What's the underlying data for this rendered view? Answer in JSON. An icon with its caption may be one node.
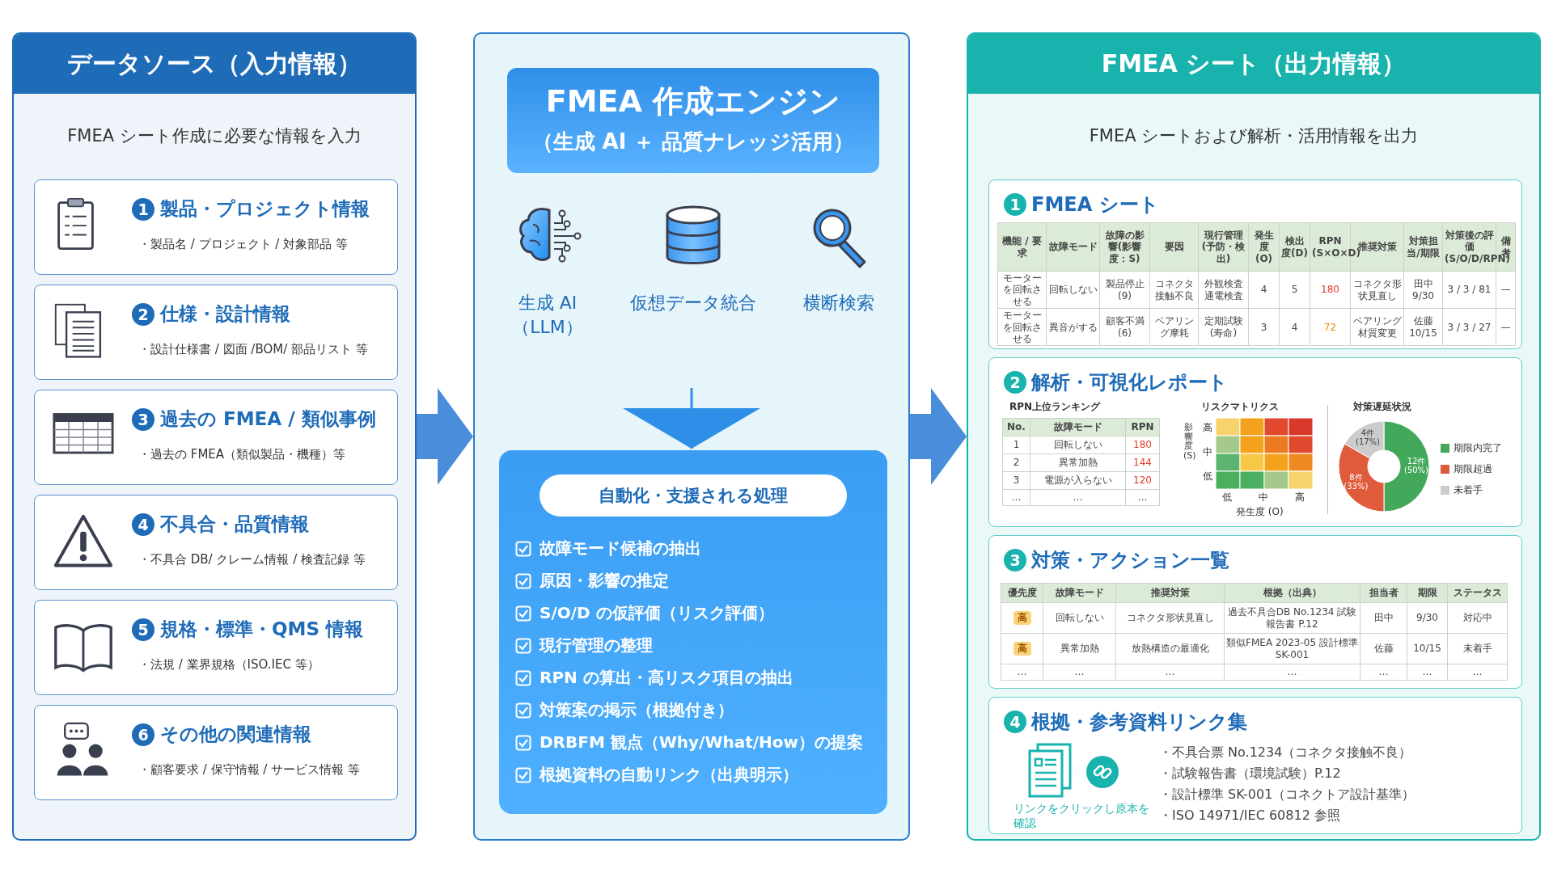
{
  "diagram": {
    "nodes": [
      {
        "text": [
          "データソース（入力情報）",
          "FMEA シート作成に必要な情報を入力"
        ]
      },
      {
        "text": [
          "1",
          "製品・プロジェクト情報",
          "・製品名 / プロジェクト / 対象部品 等"
        ],
        "in": 0
      },
      {
        "text": [
          "2",
          "仕様・設計情報",
          "・設計仕様書 / 図面 /BOM/ 部品リスト 等"
        ],
        "in": 0
      },
      {
        "text": [
          "3",
          "過去の FMEA / 類似事例",
          "・過去の FMEA（類似製品・機種）等"
        ],
        "in": 0
      },
      {
        "text": [
          "4",
          "不具合・品質情報",
          "・不具合 DB/ クレーム情報 / 検査記録 等"
        ],
        "in": 0
      },
      {
        "text": [
          "5",
          "規格・標準・QMS 情報",
          "・法規 / 業界規格（ISO.IEC 等）"
        ],
        "in": 0
      },
      {
        "text": [
          "6",
          "その他の関連情報",
          "・顧客要求 / 保守情報 / サービス情報 等"
        ],
        "in": 0
      },
      {
        "text": [],
        "shape": "box"
      },
      {
        "text": [
          "FMEA 作成エンジン",
          "（生成 AI ＋ 品質ナレッジ活用）"
        ],
        "in": 7
      },
      {
        "text": [
          "生成 AI （LLM）"
        ],
        "in": 7
      },
      {
        "text": [
          "仮想データ統合"
        ],
        "in": 7
      },
      {
        "text": [
          "横断検索"
        ],
        "in": 7
      },
      {
        "text": [
          "故障モード候補の抽出",
          "原因・影響の推定",
          "S/O/D の仮評価（リスク評価）",
          "現行管理の整理",
          "RPN の算出・高リスク項目の抽出",
          "対策案の掲示（根拠付き）",
          "DRBFM 観点（Why/What/How）の提案",
          "根拠資料の自動リンク（出典明示）"
        ],
        "in": 7
      },
      {
        "text": [
          "自動化・支援される処理"
        ],
        "in": 12
      },
      {
        "text": [
          "FMEA シート（出力情報）",
          "FMEA シートおよび解析・活用情報を出力"
        ]
      },
      {
        "text": [
          "1",
          "FMEA シート"
        ],
        "in": 14
      },
      {
        "text": [
          "2",
          "解析・可視化レポート"
        ],
        "in": 14
      },
      {
        "text": [
          "3",
          "対策・アクション一覧"
        ],
        "in": 14
      },
      {
        "text": [
          "4",
          "根拠・参考資料リンク集"
        ],
        "in": 14
      }
    ],
    "edges": [
      {
        "from": 0,
        "to": 7,
        "arrow": "to"
      },
      {
        "from": 7,
        "to": 14,
        "arrow": "to"
      },
      {
        "from": 10,
        "to": 12,
        "arrow": "to"
      }
    ],
    "labels": [
      "機能 / 要求",
      "故障モード",
      "故障の影響(影響度：S)",
      "要因",
      "現行管理(予防・検出)",
      "発生度(O)",
      "検出度(D)",
      "RPN (S×O×D)",
      "推奨対策",
      "対策担当/期限",
      "対策後の評価(S/O/D/RPN)",
      "備考",
      "モーターを回転させる",
      "回転しない",
      "製品停止(9)",
      "コネクタ接触不良",
      "外観検査通電検査",
      "4",
      "5",
      "180",
      "コネクタ形状見直し",
      "田中 9/30",
      "3 / 3 / 81",
      "—",
      "モーターを回転させる",
      "異音がする",
      "顧客不満(6)",
      "ベアリング摩耗",
      "定期試験(寿命)",
      "3",
      "4",
      "72",
      "ベアリング材質変更",
      "佐藤 10/15",
      "3 / 3 / 27",
      "—",
      "RPN上位ランキング",
      "No.",
      "故障モード",
      "RPN",
      "1",
      "回転しない",
      "180",
      "2",
      "異常加熱",
      "144",
      "3",
      "電源が入らない",
      "120",
      "…",
      "…",
      "…",
      "リスクマトリクス",
      "高",
      "中",
      "低",
      "影響度(S)",
      "低",
      "中",
      "高",
      "発生度 (O)",
      "優先度",
      "故障モード",
      "推奨対策",
      "根拠（出典）",
      "担当者",
      "期限",
      "ステータス",
      "高",
      "回転しない",
      "コネクタ形状見直し",
      "過去不具合DB No.1234 試験報告書 P.12",
      "田中",
      "9/30",
      "対応中",
      "高",
      "異常加熱",
      "放熱構造の最適化",
      "類似FMEA 2023-05 設計標準 SK-001",
      "佐藤",
      "10/15",
      "未着手",
      "…",
      "…",
      "…",
      "…",
      "…",
      "…",
      "…",
      "リンクをクリックし原本を確認",
      "・不具合票 No.1234（コネクタ接触不良）",
      "・試験報告書（環境試験）P.12",
      "・設計標準 SK-001（コネクトア設計基準）",
      "・ISO 14971/IEC 60812 参照"
    ],
    "legend": [
      {
        "text": "期限内完了",
        "color": "#43a85a"
      },
      {
        "text": "期限超過",
        "color": "#e05a3c"
      },
      {
        "text": "未着手",
        "color": "#cccccc"
      }
    ],
    "chart_data": {
      "type": "donut",
      "title": "対策遅延状況",
      "values": [
        12,
        8,
        4
      ],
      "data_labels": true,
      "value_labels": [
        "12件 (50%)",
        "8件 (33%)",
        "4件 (17%)"
      ]
    }
  }
}
